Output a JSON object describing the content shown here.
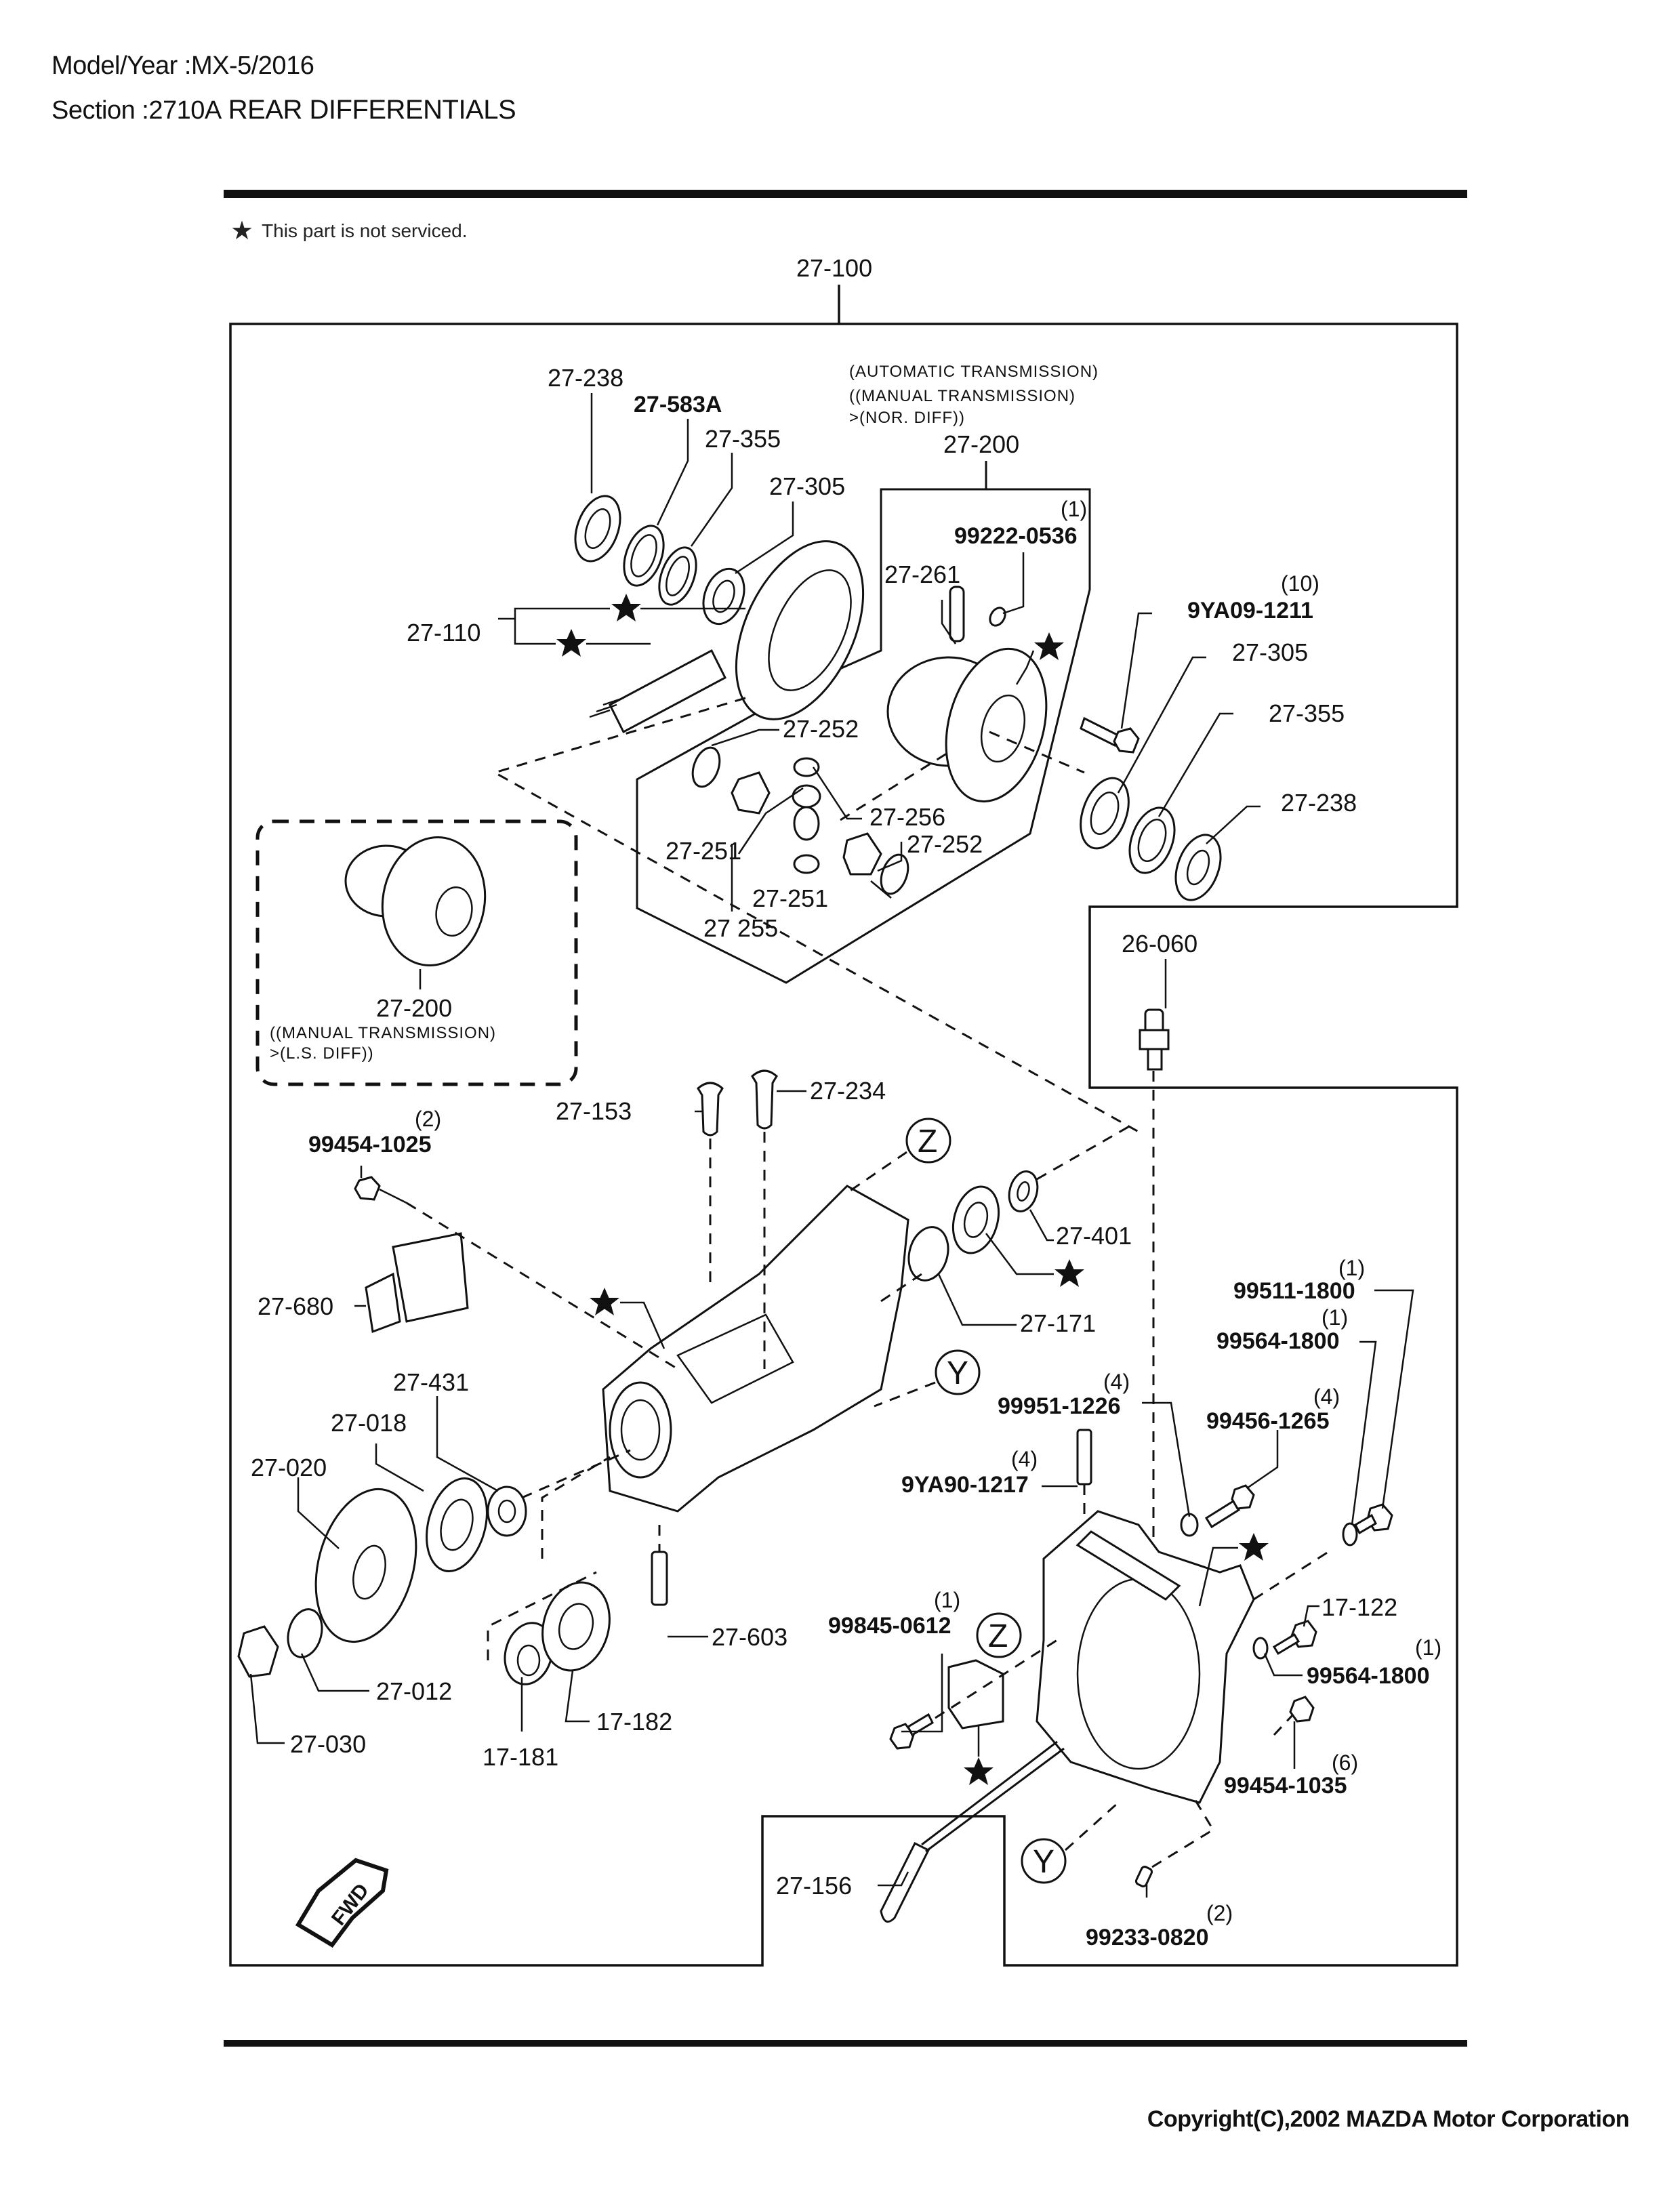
{
  "header": {
    "model_label": "Model/Year :",
    "model_value": "MX-5/2016",
    "section_label": "Section :",
    "section_code": "2710A",
    "section_title": "REAR DIFFERENTIALS"
  },
  "legend": {
    "icon": "star-icon",
    "star_glyph": "★",
    "text": "This part is not serviced."
  },
  "assembly": {
    "main_part": "27-100",
    "carrier_part": "27-200",
    "carrier_note": [
      "(AUTOMATIC TRANSMISSION)",
      "((MANUAL TRANSMISSION)",
      ">(NOR. DIFF))"
    ],
    "lsd_part": "27-200",
    "lsd_note": [
      "((MANUAL TRANSMISSION)",
      ">(L.S. DIFF))"
    ]
  },
  "callouts": [
    {
      "id": "c1",
      "part": "27-238"
    },
    {
      "id": "c2",
      "part": "27-583A"
    },
    {
      "id": "c3",
      "part": "27-355"
    },
    {
      "id": "c4",
      "part": "27-305"
    },
    {
      "id": "c5",
      "part": "27-110"
    },
    {
      "id": "c6",
      "part": "27-261"
    },
    {
      "id": "c7",
      "part": "99222-0536",
      "qty": "(1)"
    },
    {
      "id": "c8",
      "part": "9YA09-1211",
      "qty": "(10)"
    },
    {
      "id": "c9",
      "part": "27-305"
    },
    {
      "id": "c10",
      "part": "27-355"
    },
    {
      "id": "c11",
      "part": "27-238"
    },
    {
      "id": "c12",
      "part": "27-252"
    },
    {
      "id": "c13",
      "part": "27-251"
    },
    {
      "id": "c14",
      "part": "27-256"
    },
    {
      "id": "c15",
      "part": "27-252"
    },
    {
      "id": "c16",
      "part": "27-251"
    },
    {
      "id": "c17",
      "part": "27 255"
    },
    {
      "id": "c18",
      "part": "26-060"
    },
    {
      "id": "c19",
      "part": "27-153"
    },
    {
      "id": "c20",
      "part": "27-234"
    },
    {
      "id": "c21",
      "part": "99454-1025",
      "qty": "(2)"
    },
    {
      "id": "c22",
      "part": "27-680"
    },
    {
      "id": "c23",
      "part": "27-401"
    },
    {
      "id": "c24",
      "part": "27-171"
    },
    {
      "id": "c25",
      "part": "27-431"
    },
    {
      "id": "c26",
      "part": "27-018"
    },
    {
      "id": "c27",
      "part": "27-020"
    },
    {
      "id": "c28",
      "part": "27-012"
    },
    {
      "id": "c29",
      "part": "27-030"
    },
    {
      "id": "c30",
      "part": "17-181"
    },
    {
      "id": "c31",
      "part": "17-182"
    },
    {
      "id": "c32",
      "part": "27-603"
    },
    {
      "id": "c33",
      "part": "99511-1800",
      "qty": "(1)"
    },
    {
      "id": "c34",
      "part": "99564-1800",
      "qty": "(1)"
    },
    {
      "id": "c35",
      "part": "99951-1226",
      "qty": "(4)"
    },
    {
      "id": "c36",
      "part": "99456-1265",
      "qty": "(4)"
    },
    {
      "id": "c37",
      "part": "9YA90-1217",
      "qty": "(4)"
    },
    {
      "id": "c38",
      "part": "99845-0612",
      "qty": "(1)"
    },
    {
      "id": "c39",
      "part": "17-122"
    },
    {
      "id": "c40",
      "part": "99564-1800",
      "qty": "(1)"
    },
    {
      "id": "c41",
      "part": "99454-1035",
      "qty": "(6)"
    },
    {
      "id": "c42",
      "part": "27-156"
    },
    {
      "id": "c43",
      "part": "99233-0820",
      "qty": "(2)"
    }
  ],
  "reference_markers": {
    "z": "Z",
    "y": "Y"
  },
  "direction_arrow": {
    "icon": "fwd-arrow-icon",
    "text": "FWD"
  },
  "footer": {
    "copyright": "Copyright(C),2002 MAZDA Motor Corporation"
  }
}
